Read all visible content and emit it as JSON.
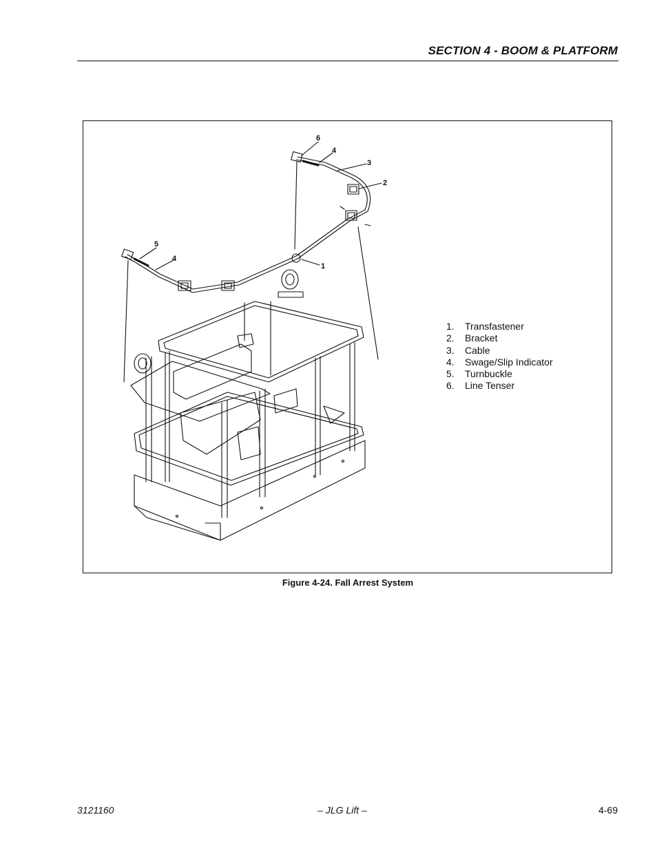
{
  "header": {
    "section_title": "SECTION 4 - BOOM & PLATFORM"
  },
  "figure": {
    "callouts": [
      "6",
      "4",
      "3",
      "2",
      "5",
      "4",
      "1"
    ],
    "legend": [
      {
        "num": "1.",
        "label": "Transfastener"
      },
      {
        "num": "2.",
        "label": "Bracket"
      },
      {
        "num": "3.",
        "label": "Cable"
      },
      {
        "num": "4.",
        "label": "Swage/Slip Indicator"
      },
      {
        "num": "5.",
        "label": "Turnbuckle"
      },
      {
        "num": "6.",
        "label": "Line Tenser"
      }
    ],
    "caption": "Figure 4-24.  Fall Arrest System"
  },
  "footer": {
    "doc_number": "3121160",
    "publisher": "– JLG Lift –",
    "page_number": "4-69"
  }
}
